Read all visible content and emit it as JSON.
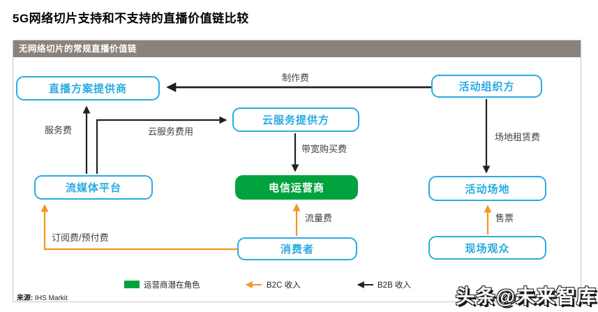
{
  "title": "5G网络切片支持和不支持的直播价值链比较",
  "panel": {
    "header": "无网络切片的常规直播价值链"
  },
  "nodes": {
    "live_solution_provider": "直播方案提供商",
    "event_organizer": "活动组织方",
    "cloud_service_provider": "云服务提供方",
    "streaming_platform": "流媒体平台",
    "telecom_operator": "电信运营商",
    "event_venue": "活动场地",
    "consumer": "消费者",
    "onsite_audience": "现场观众"
  },
  "edges": {
    "production_fee": "制作费",
    "service_fee": "服务费",
    "cloud_service_fee": "云服务费用",
    "bandwidth_purchase_fee": "带宽购买费",
    "venue_rental_fee": "场地租赁费",
    "data_traffic_fee": "流量费",
    "subscription_prepaid_fee": "订阅费/预付费",
    "ticket_sales": "售票"
  },
  "legend": {
    "operator_potential_role": "运营商潜在角色",
    "b2c_revenue": "B2C 收入",
    "b2b_revenue": "B2B 收入"
  },
  "source": {
    "label": "来源:",
    "value": "IHS Markit"
  },
  "watermark": "头条@未来智库",
  "colors": {
    "node_blue": "#29ABE2",
    "operator_green": "#00A23E",
    "b2c_orange": "#F7941E",
    "b2b_black": "#231F20",
    "header_gray": "#8A827C"
  }
}
